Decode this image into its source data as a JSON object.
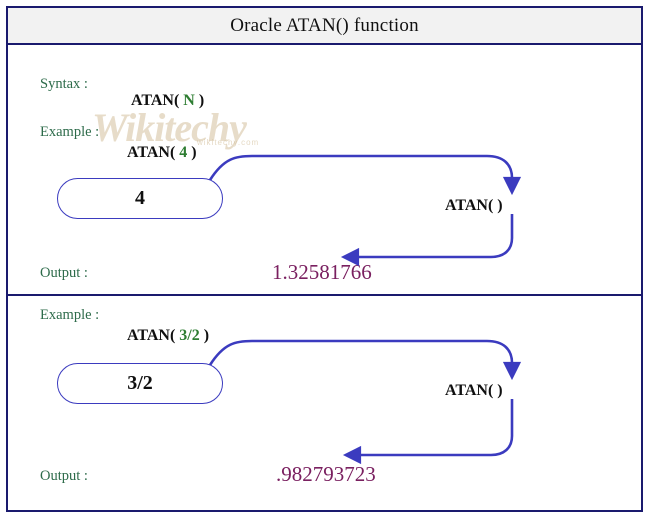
{
  "title": "Oracle ATAN() function",
  "watermark": {
    "text": "Wikitechy",
    "subtext": "wikitechy.com"
  },
  "colors": {
    "frame": "#1a1a6e",
    "label": "#2d6b4a",
    "arg": "#2e7d32",
    "arrow": "#3b3bbf",
    "result": "#7a2060",
    "title_bg": "#f2f2f2"
  },
  "sections": [
    {
      "syntax_label": "Syntax :",
      "syntax_expr_prefix": "ATAN(",
      "syntax_expr_arg": "N",
      "syntax_expr_suffix": ")",
      "example_label": "Example :",
      "example_expr_prefix": "ATAN(",
      "example_expr_arg": "4",
      "example_expr_suffix": ")",
      "pill_value": "4",
      "fn_box_label": "ATAN(  )",
      "output_label": "Output :",
      "output_value": "1.32581766"
    },
    {
      "example_label": "Example :",
      "example_expr_prefix": "ATAN(",
      "example_expr_arg": "3/2",
      "example_expr_suffix": ")",
      "pill_value": "3/2",
      "fn_box_label": "ATAN(  )",
      "output_label": "Output :",
      "output_value": ".982793723"
    }
  ]
}
